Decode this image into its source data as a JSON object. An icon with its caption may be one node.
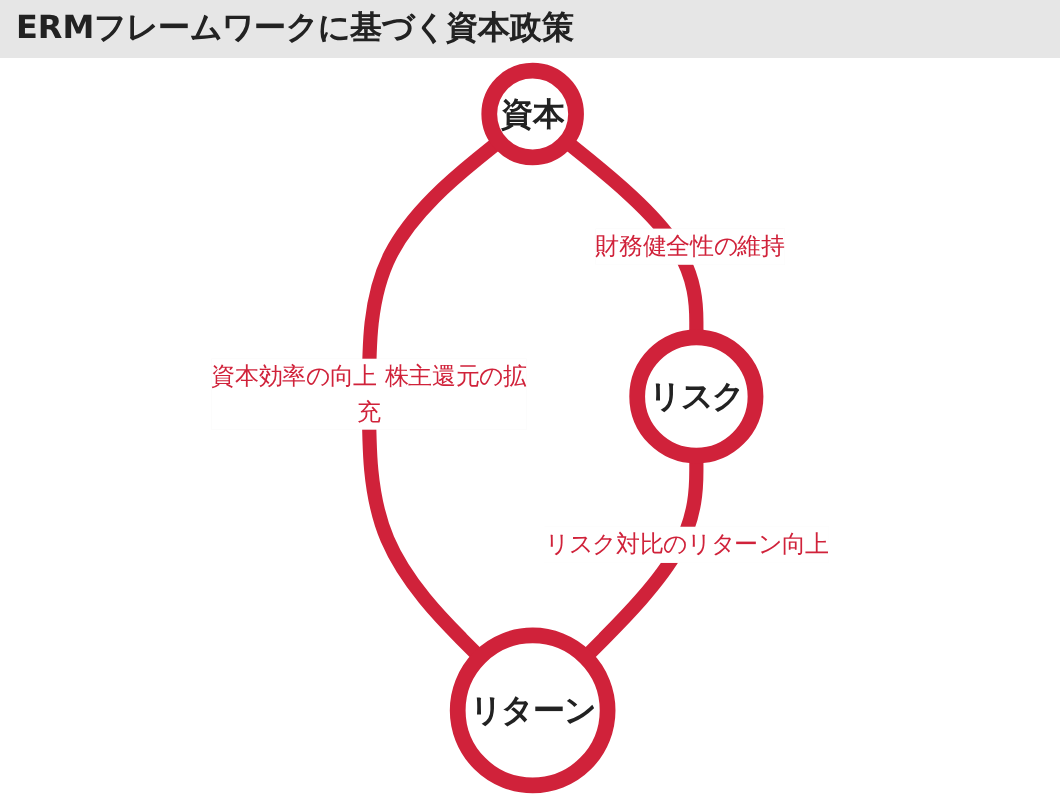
{
  "diagram": {
    "title": "ERMフレームワークに基づく資本政策",
    "nodes": [
      {
        "text": [
          "資本"
        ]
      },
      {
        "text": [
          "リスク"
        ]
      },
      {
        "text": [
          "リターン"
        ]
      }
    ],
    "edges": [
      {
        "from": 0,
        "to": 1,
        "arrow": "none",
        "label": "財務健全性の維持"
      },
      {
        "from": 0,
        "to": 2,
        "arrow": "none",
        "label": "資本効率の向上 株主還元の拡充"
      },
      {
        "from": 1,
        "to": 2,
        "arrow": "none",
        "label": "リスク対比のリターン向上"
      }
    ]
  }
}
